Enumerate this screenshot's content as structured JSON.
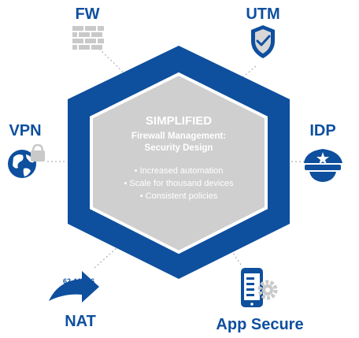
{
  "center": {
    "title": "SIMPLIFIED",
    "subtitle_line1": "Firewall Management:",
    "subtitle_line2": "Security Design",
    "bullets": [
      "• Increased automation",
      "• Scale for thousand devices",
      "• Consistent policies"
    ]
  },
  "nodes": {
    "fw": {
      "label": "FW",
      "icon": "brick-wall-icon"
    },
    "utm": {
      "label": "UTM",
      "icon": "shield-check-icon"
    },
    "vpn": {
      "label": "VPN",
      "icon": "globe-lock-icon"
    },
    "idp": {
      "label": "IDP",
      "icon": "police-cap-icon"
    },
    "nat": {
      "label": "NAT",
      "icon": "arrow-ip-icon",
      "ip_text": "62.445.16"
    },
    "app_secure": {
      "label": "App Secure",
      "icon": "phone-gear-icon"
    }
  },
  "colors": {
    "brand_blue": "#0e4f9e",
    "hex_gray": "#cfcfcf",
    "icon_gray": "#c9c9c9",
    "connector": "#b5b5b5"
  }
}
